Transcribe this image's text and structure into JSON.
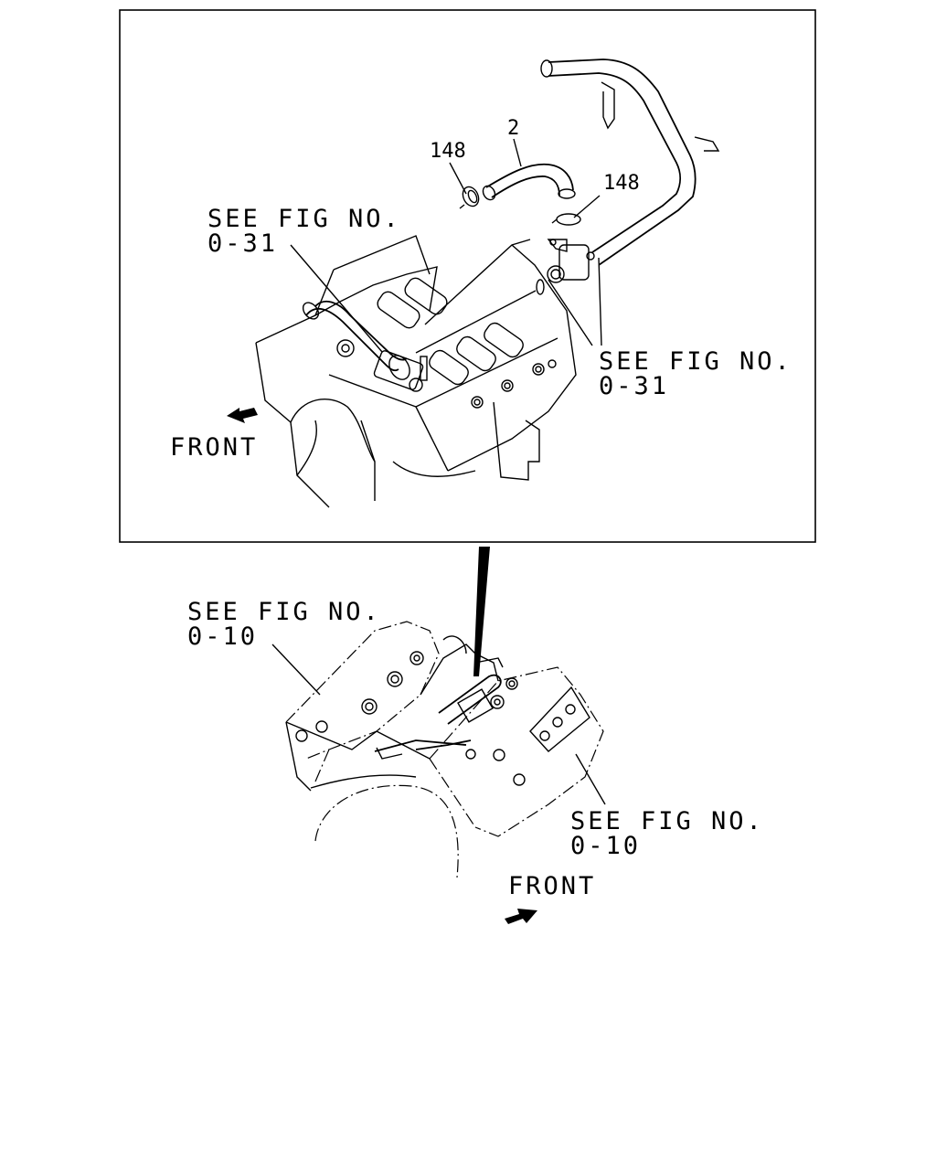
{
  "upper": {
    "callout_left_line1": "SEE FIG NO.",
    "callout_left_line2": "0-31",
    "callout_right_line1": "SEE FIG NO.",
    "callout_right_line2": "0-31",
    "front_label": "FRONT",
    "part_2": "2",
    "part_148_left": "148",
    "part_148_right": "148"
  },
  "lower": {
    "callout_left_line1": "SEE FIG NO.",
    "callout_left_line2": "0-10",
    "callout_right_line1": "SEE FIG NO.",
    "callout_right_line2": "0-10",
    "front_label": "FRONT"
  },
  "colors": {
    "line": "#000000",
    "background": "#ffffff"
  }
}
